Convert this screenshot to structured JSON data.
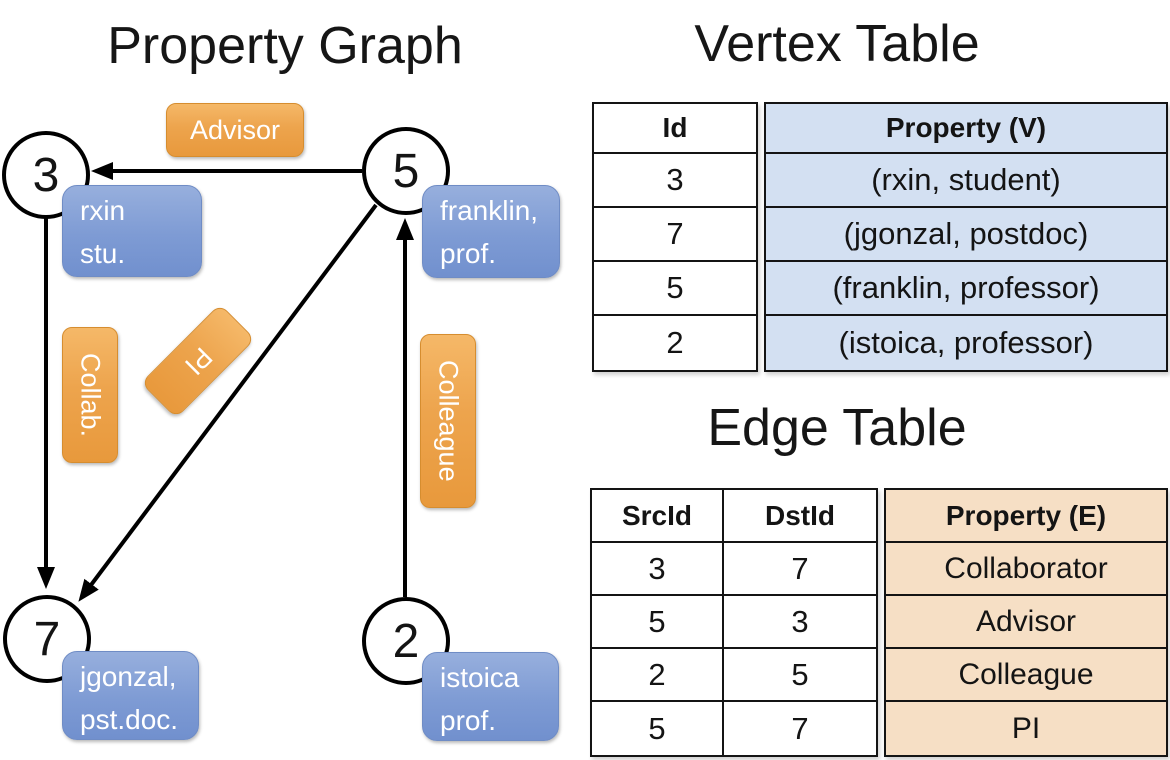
{
  "graph": {
    "title": "Property Graph",
    "vertices": [
      {
        "id": "3",
        "label_lines": [
          "rxin",
          "stu."
        ]
      },
      {
        "id": "5",
        "label_lines": [
          "franklin,",
          "prof."
        ]
      },
      {
        "id": "7",
        "label_lines": [
          "jgonzal,",
          "pst.doc."
        ]
      },
      {
        "id": "2",
        "label_lines": [
          "istoica",
          "prof."
        ]
      }
    ],
    "edge_labels": {
      "advisor": "Advisor",
      "collab": "Collab.",
      "pi": "PI",
      "colleague": "Colleague"
    }
  },
  "vertex_table": {
    "title": "Vertex Table",
    "columns": {
      "id": "Id",
      "property": "Property (V)"
    },
    "rows": [
      {
        "id": "3",
        "property": "(rxin, student)"
      },
      {
        "id": "7",
        "property": "(jgonzal, postdoc)"
      },
      {
        "id": "5",
        "property": "(franklin, professor)"
      },
      {
        "id": "2",
        "property": "(istoica, professor)"
      }
    ]
  },
  "edge_table": {
    "title": "Edge Table",
    "columns": {
      "src": "SrcId",
      "dst": "DstId",
      "property": "Property (E)"
    },
    "rows": [
      {
        "src": "3",
        "dst": "7",
        "property": "Collaborator"
      },
      {
        "src": "5",
        "dst": "3",
        "property": "Advisor"
      },
      {
        "src": "2",
        "dst": "5",
        "property": "Colleague"
      },
      {
        "src": "5",
        "dst": "7",
        "property": "PI"
      }
    ]
  },
  "colors": {
    "edge_label_fill_top": "#f5b868",
    "edge_label_fill_bottom": "#e8993c",
    "vertex_box_fill_top": "#97afdd",
    "vertex_box_fill_bottom": "#7190ce",
    "vertex_table_property_fill": "#d3e0f2",
    "edge_table_property_fill": "#f6dfc5",
    "line_color": "#000000",
    "text_on_boxes": "#ffffff"
  }
}
